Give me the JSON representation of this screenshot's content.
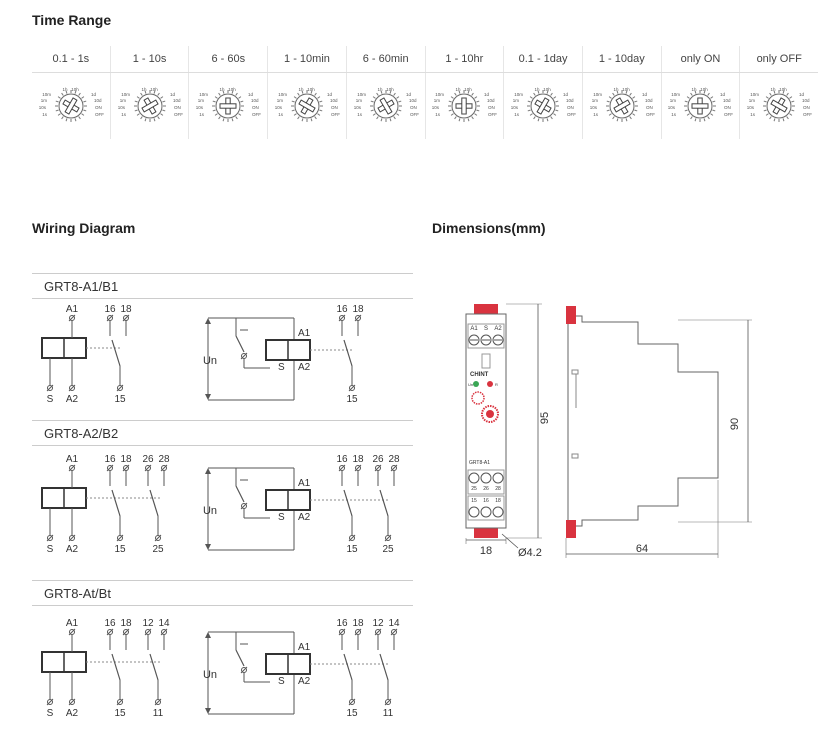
{
  "sections": {
    "time_range_title": "Time Range",
    "wiring_title": "Wiring Diagram",
    "dimensions_title": "Dimensions(mm)"
  },
  "time_ranges": [
    "0.1 - 1s",
    "1 - 10s",
    "6 - 60s",
    "1 - 10min",
    "6 - 60min",
    "1 - 10hr",
    "0.1 - 1day",
    "1 - 10day",
    "only ON",
    "only OFF"
  ],
  "dial_labels": [
    "1s",
    "10s",
    "1m",
    "10m",
    "1h",
    "10h",
    "1d",
    "10d",
    "ON",
    "OFF"
  ],
  "wiring": [
    {
      "model": "GRT8-A1/B1",
      "coil_top": "A1",
      "coil_bottom_left": "S",
      "coil_bottom_right": "A2",
      "contacts": [
        {
          "nc": "16",
          "no": "18",
          "com": "15"
        }
      ]
    },
    {
      "model": "GRT8-A2/B2",
      "coil_top": "A1",
      "coil_bottom_left": "S",
      "coil_bottom_right": "A2",
      "contacts": [
        {
          "nc": "16",
          "no": "18",
          "com": "15"
        },
        {
          "nc": "26",
          "no": "28",
          "com": "25"
        }
      ]
    },
    {
      "model": "GRT8-At/Bt",
      "coil_top": "A1",
      "coil_bottom_left": "S",
      "coil_bottom_right": "A2",
      "contacts": [
        {
          "nc": "16",
          "no": "18",
          "com": "15"
        },
        {
          "nc": "12",
          "no": "14",
          "com": "11"
        }
      ]
    }
  ],
  "supply_label": "Un",
  "dimensions": {
    "height_total": "95",
    "height_body": "90",
    "width": "18",
    "depth": "64",
    "hole": "Ø4.2",
    "brand": "CHINT",
    "model_label": "GRT8-A1",
    "term_top": [
      "A1",
      "S",
      "A2"
    ],
    "term_bottom_row1": [
      "25",
      "26",
      "28"
    ],
    "term_bottom_row2": [
      "15",
      "16",
      "18"
    ],
    "led_un": "Un",
    "led_r": "R"
  },
  "colors": {
    "accent": "#d9333f",
    "line": "#555555",
    "dashed": "#888888"
  }
}
